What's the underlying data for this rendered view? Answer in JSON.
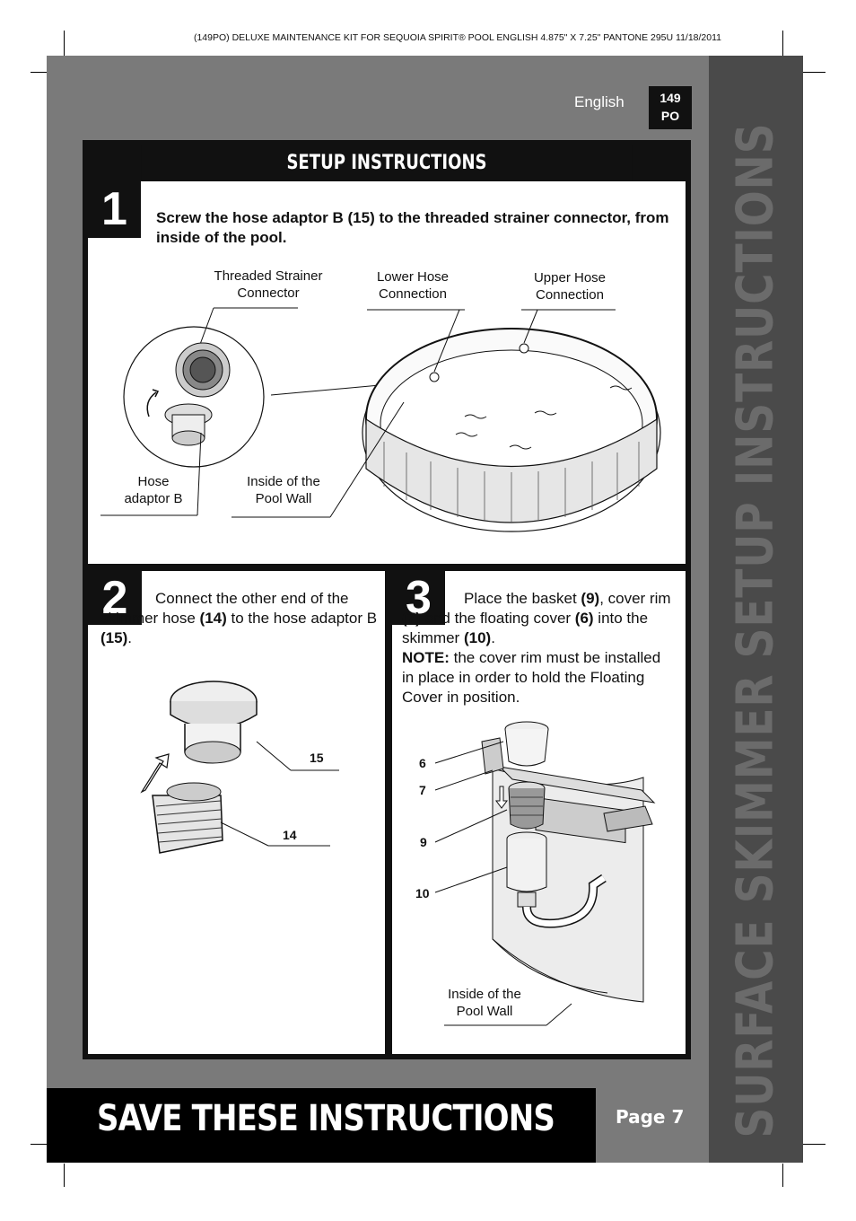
{
  "header": {
    "print_line": "(149PO)  DELUXE MAINTENANCE KIT FOR SEQUOIA SPIRIT® POOL  ENGLISH   4.875\" X 7.25\"  PANTONE 295U  11/18/2011"
  },
  "language": "English",
  "code_badge": {
    "line1": "149",
    "line2": "PO"
  },
  "side_title": "SURFACE SKIMMER SETUP INSTRUCTIONS",
  "section_title": "SETUP INSTRUCTIONS",
  "step1": {
    "number": "1",
    "text": "Screw the hose adaptor B (15) to the threaded strainer connector, from inside of the pool.",
    "labels": {
      "threaded_strainer_l1": "Threaded Strainer",
      "threaded_strainer_l2": "Connector",
      "lower_hose_l1": "Lower Hose",
      "lower_hose_l2": "Connection",
      "upper_hose_l1": "Upper Hose",
      "upper_hose_l2": "Connection",
      "hose_adaptor_l1": "Hose",
      "hose_adaptor_l2": "adaptor B",
      "inside_wall_l1": "Inside of the",
      "inside_wall_l2": "Pool Wall"
    }
  },
  "step2": {
    "number": "2",
    "text_a": "Connect the other end of the skimmer hose ",
    "bold_a": "(14)",
    "text_b": " to the hose adaptor B ",
    "bold_b": "(15)",
    "text_c": ".",
    "labels": {
      "part15": "15",
      "part14": "14"
    }
  },
  "step3": {
    "number": "3",
    "t1": "Place the basket ",
    "b1": "(9)",
    "t2": ", cover rim ",
    "b2": "(7)",
    "t3": " and the floating cover ",
    "b3": "(6)",
    "t4": " into the skimmer ",
    "b4": "(10)",
    "t5": ".",
    "note_label": "NOTE:",
    "note_text": " the cover rim must be installed in place in order to hold the Floating Cover in position.",
    "labels": {
      "p6": "6",
      "p7": "7",
      "p9": "9",
      "p10": "10",
      "inside_wall_l1": "Inside of the",
      "inside_wall_l2": "Pool Wall"
    }
  },
  "footer": {
    "save": "SAVE THESE INSTRUCTIONS",
    "page": "Page 7"
  }
}
